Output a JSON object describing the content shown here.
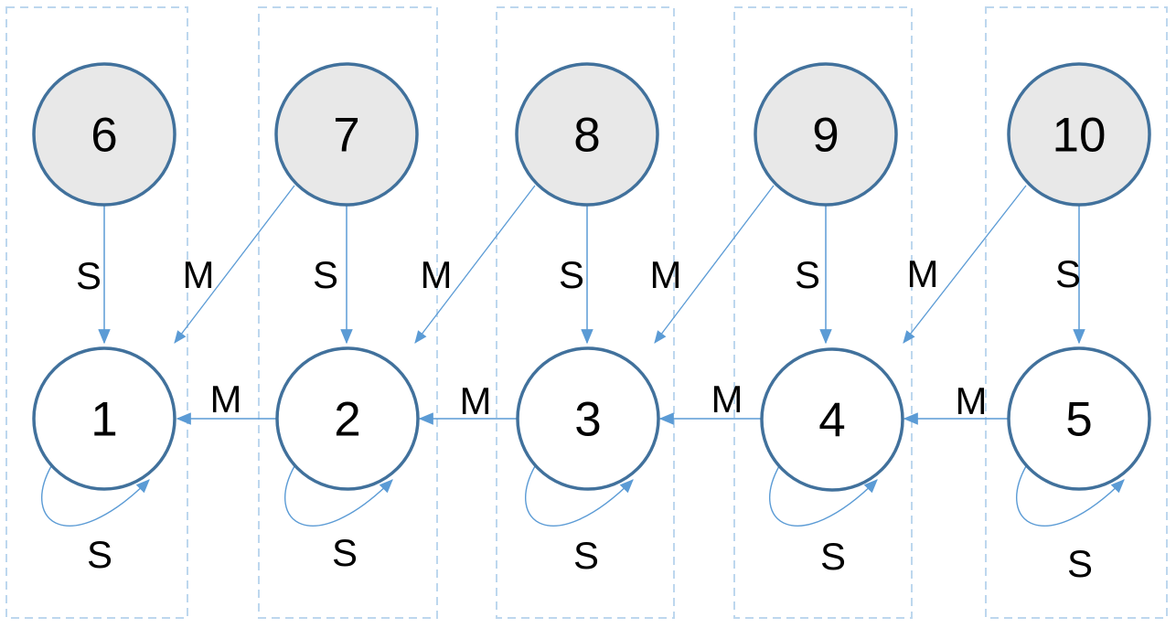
{
  "diagram": {
    "top_nodes": [
      {
        "label": "6"
      },
      {
        "label": "7"
      },
      {
        "label": "8"
      },
      {
        "label": "9"
      },
      {
        "label": "10"
      }
    ],
    "bottom_nodes": [
      {
        "label": "1"
      },
      {
        "label": "2"
      },
      {
        "label": "3"
      },
      {
        "label": "4"
      },
      {
        "label": "5"
      }
    ],
    "edge_labels": {
      "vertical_s": [
        "S",
        "S",
        "S",
        "S",
        "S"
      ],
      "diagonal_m": [
        "M",
        "M",
        "M",
        "M"
      ],
      "horizontal_m": [
        "M",
        "M",
        "M",
        "M"
      ],
      "self_loop_s": [
        "S",
        "S",
        "S",
        "S",
        "S"
      ]
    },
    "edges_semantics": {
      "vertical_s": [
        "6→1",
        "7→2",
        "8→3",
        "9→4",
        "10→5"
      ],
      "diagonal_m": [
        "7→1",
        "8→2",
        "9→3",
        "10→4"
      ],
      "horizontal_m": [
        "2→1",
        "3→2",
        "4→3",
        "5→4"
      ],
      "self_loop_s": [
        "1→1",
        "2→2",
        "3→3",
        "4→4",
        "5→5"
      ]
    },
    "colors": {
      "node_border": "#41719C",
      "top_node_fill": "#E8E8E8",
      "bottom_node_fill": "#FFFFFF",
      "arrow": "#5B9BD5",
      "column_box_dash": "#BDD7EE",
      "label_text": "#000000"
    }
  }
}
